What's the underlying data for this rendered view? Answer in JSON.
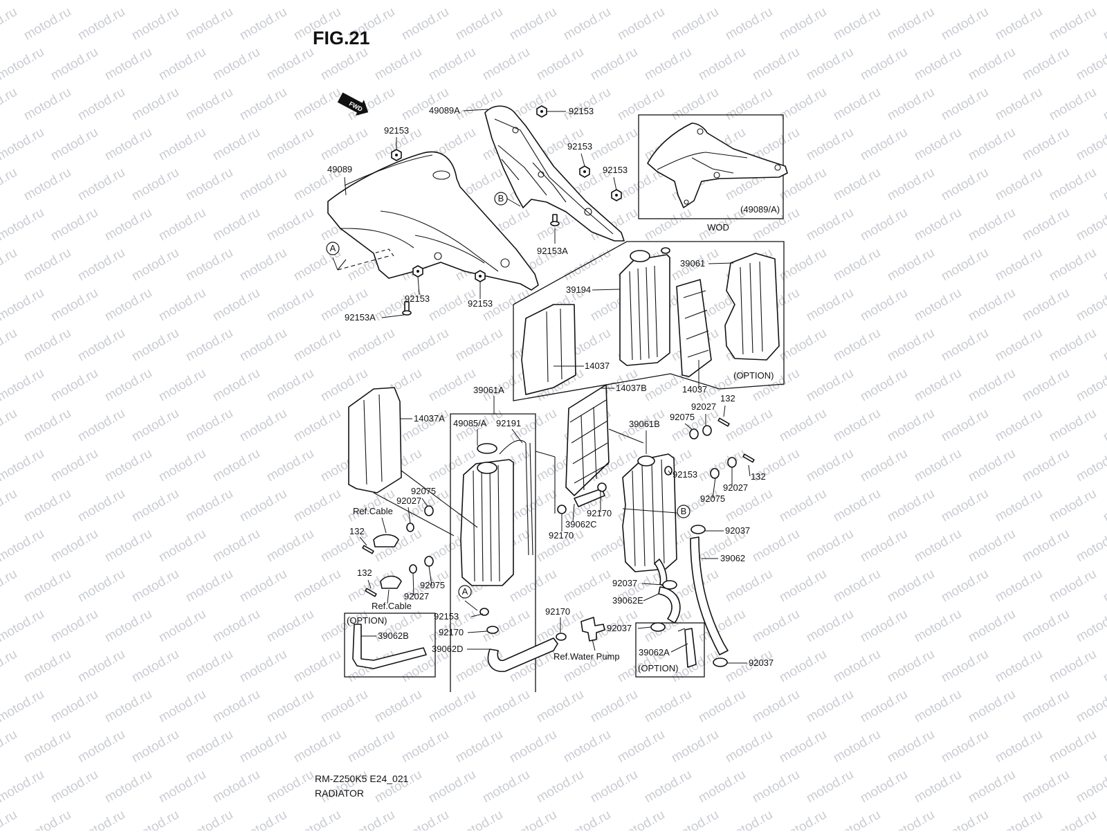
{
  "figure": {
    "title": "FIG.21",
    "model_code": "RM-Z250K5 E24_021",
    "caption": "RADIATOR",
    "inset_label": "WOD",
    "fwd_label": "FWD",
    "watermark": "motod.ru"
  },
  "callouts": {
    "c_49089A": "49089A",
    "c_92153_top": "92153",
    "c_92153_left": "92153",
    "c_92153_mid": "92153",
    "c_92153_right": "92153",
    "c_49089": "49089",
    "c_B_top": "B",
    "c_A_top": "A",
    "c_92153A_mid": "92153A",
    "c_92153_low1": "92153",
    "c_92153_low2": "92153",
    "c_92153A_low": "92153A",
    "c_49089A_inset": "(49089/A)",
    "c_39061": "39061",
    "c_39194": "39194",
    "c_14037_left": "14037",
    "c_14037_right": "14037",
    "c_option_top": "(OPTION)",
    "c_39061A": "39061A",
    "c_14037B": "14037B",
    "c_14037A": "14037A",
    "c_49085A": "49085/A",
    "c_92191": "92191",
    "c_39061B": "39061B",
    "c_92027_tr": "92027",
    "c_132_tr": "132",
    "c_92075_tr": "92075",
    "c_92153_r2": "92153",
    "c_132_r2": "132",
    "c_92027_r2": "92027",
    "c_92075_r2": "92075",
    "c_B_low": "B",
    "c_92075_l1": "92075",
    "c_92027_l1": "92027",
    "c_refcable_1": "Ref.Cable",
    "c_132_l1": "132",
    "c_92170_m1": "92170",
    "c_39062C": "39062C",
    "c_92170_m2": "92170",
    "c_92037_r1": "92037",
    "c_39062": "39062",
    "c_132_l2": "132",
    "c_92075_l2": "92075",
    "c_92027_l2": "92027",
    "c_refcable_2": "Ref.Cable",
    "c_A_low": "A",
    "c_92153_l3": "92153",
    "c_92037_m1": "92037",
    "c_39062E": "39062E",
    "c_option_left": "(OPTION)",
    "c_39062B": "39062B",
    "c_92170_l3": "92170",
    "c_92170_m3": "92170",
    "c_92037_m2": "92037",
    "c_39062D": "39062D",
    "c_refwaterpump": "Ref.Water Pump",
    "c_39062A": "39062A",
    "c_option_right": "(OPTION)",
    "c_92037_r2": "92037"
  },
  "colors": {
    "line": "#111111",
    "watermark": "#c9ccd2",
    "background": "#ffffff"
  }
}
